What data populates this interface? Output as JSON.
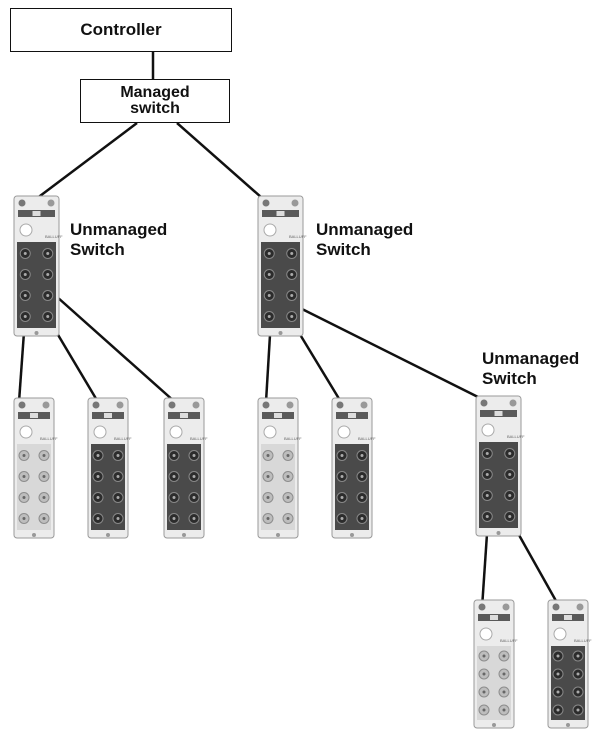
{
  "nodes": {
    "controller": "Controller",
    "managed_switch": "Managed switch",
    "unmanaged_switch_1": "Unmanaged Switch",
    "unmanaged_switch_2": "Unmanaged Switch",
    "unmanaged_switch_3": "Unmanaged Switch"
  },
  "colors": {
    "line": "#111111",
    "module_body": "#e6e6e6",
    "module_dark": "#555555"
  }
}
